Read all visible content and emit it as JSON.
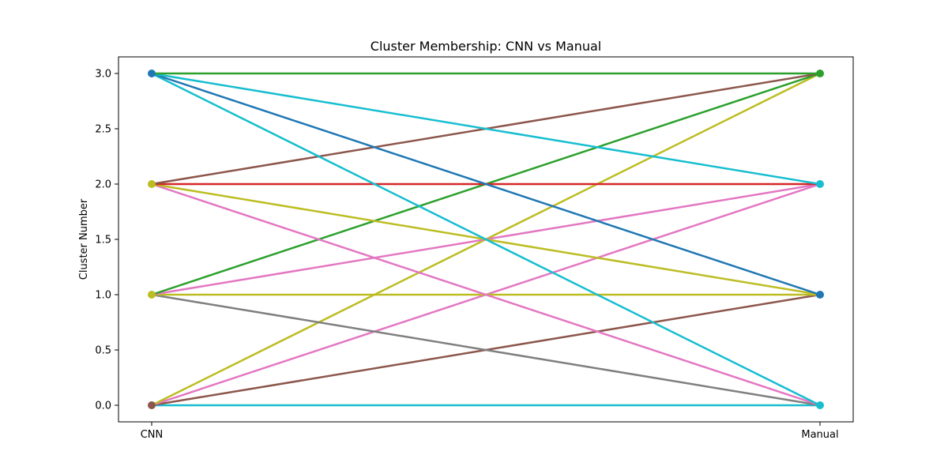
{
  "chart_data": {
    "type": "line",
    "title": "Cluster Membership: CNN vs Manual",
    "xlabel": "",
    "ylabel": "Cluster Number",
    "x_categories": [
      "CNN",
      "Manual"
    ],
    "ylim": [
      -0.15,
      3.15
    ],
    "yticks": [
      "0.0",
      "0.5",
      "1.0",
      "1.5",
      "2.0",
      "2.5",
      "3.0"
    ],
    "ytick_values": [
      0.0,
      0.5,
      1.0,
      1.5,
      2.0,
      2.5,
      3.0
    ],
    "grid": false,
    "legend": "none",
    "marker": "circle",
    "series": [
      {
        "values": [
          0,
          0
        ],
        "color": "#17becf"
      },
      {
        "values": [
          0,
          1
        ],
        "color": "#8c564b"
      },
      {
        "values": [
          0,
          2
        ],
        "color": "#e377c2"
      },
      {
        "values": [
          0,
          3
        ],
        "color": "#bcbd22"
      },
      {
        "values": [
          1,
          0
        ],
        "color": "#7f7f7f"
      },
      {
        "values": [
          1,
          1
        ],
        "color": "#bcbd22"
      },
      {
        "values": [
          1,
          2
        ],
        "color": "#e377c2"
      },
      {
        "values": [
          1,
          3
        ],
        "color": "#2ca02c"
      },
      {
        "values": [
          2,
          0
        ],
        "color": "#e377c2"
      },
      {
        "values": [
          2,
          1
        ],
        "color": "#bcbd22"
      },
      {
        "values": [
          2,
          2
        ],
        "color": "#d62728"
      },
      {
        "values": [
          2,
          3
        ],
        "color": "#8c564b"
      },
      {
        "values": [
          3,
          0
        ],
        "color": "#17becf"
      },
      {
        "values": [
          3,
          1
        ],
        "color": "#1f77b4"
      },
      {
        "values": [
          3,
          2
        ],
        "color": "#17becf"
      },
      {
        "values": [
          3,
          3
        ],
        "color": "#2ca02c"
      }
    ],
    "point_colors": {
      "CNN": {
        "0": "#8c564b",
        "1": "#bcbd22",
        "2": "#bcbd22",
        "3": "#1f77b4"
      },
      "Manual": {
        "0": "#17becf",
        "1": "#1f77b4",
        "2": "#17becf",
        "3": "#2ca02c"
      }
    }
  }
}
